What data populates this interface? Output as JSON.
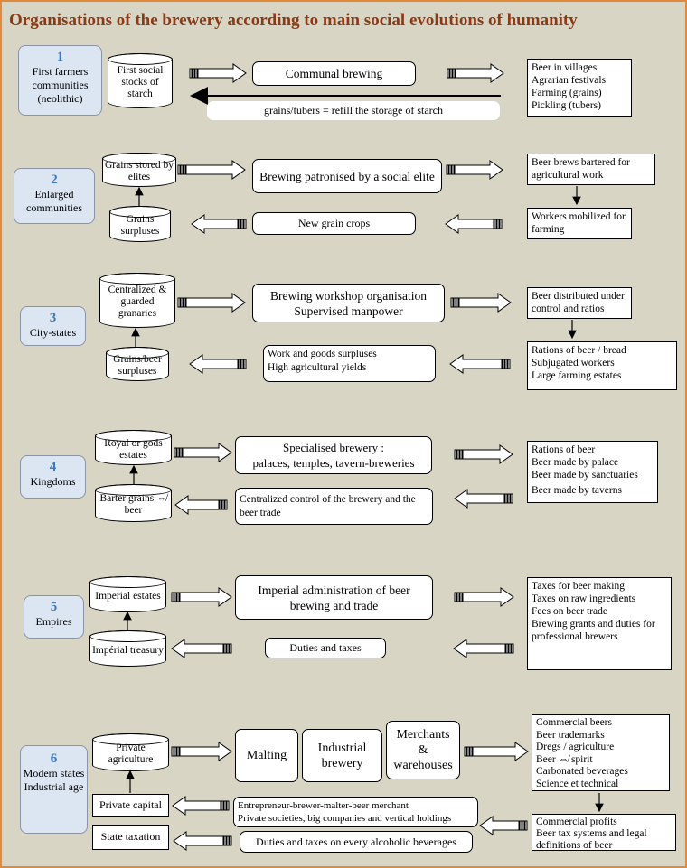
{
  "title": "Organisations of the brewery according to main social evolutions of humanity",
  "stages": [
    {
      "num": "1",
      "text": "First farmers communities (neolithic)"
    },
    {
      "num": "2",
      "text": "Enlarged communities"
    },
    {
      "num": "3",
      "text": "City-states"
    },
    {
      "num": "4",
      "text": "Kingdoms"
    },
    {
      "num": "5",
      "text": "Empires"
    },
    {
      "num": "6",
      "text": "Modern states Industrial age"
    }
  ],
  "row1": {
    "stock": "First social stocks of starch",
    "center": "Communal brewing",
    "feedback": "grains/tubers = refill the storage of starch",
    "right": [
      "Beer in villages",
      "Agrarian festivals",
      "Farming (grains)",
      "Pickling (tubers)"
    ]
  },
  "row2": {
    "top_store": "Grains stored by elites",
    "bottom_store": "Grains surpluses",
    "center": "Brewing patronised by a social elite",
    "back": "New grain crops",
    "right_top": "Beer brews bartered for agricultural work",
    "right_bottom": "Workers mobilized for farming"
  },
  "row3": {
    "top_store": "Centralized & guarded granaries",
    "bottom_store": "Grains/beer surpluses",
    "center_line1": "Brewing workshop organisation",
    "center_line2": "Supervised manpower",
    "back_line1": "Work and goods surpluses",
    "back_line2": "High agricultural yields",
    "right_top": "Beer distributed under control and ratios",
    "right_bottom": [
      "Rations of beer / bread",
      "Subjugated workers",
      "Large farming estates"
    ]
  },
  "row4": {
    "top_store": "Royal or gods estates",
    "bottom_store": "Barter grains ⇎ beer",
    "center_line1": "Specialised brewery :",
    "center_line2": "palaces, temples, tavern-breweries",
    "back": "Centralized control of the brewery and the beer trade",
    "right": [
      "Rations of beer",
      "Beer made by palace",
      "Beer made by sanctuaries",
      "Beer made by taverns"
    ]
  },
  "row5": {
    "top_store": "Imperial estates",
    "bottom_store": "Impérial treasury",
    "center": "Imperial administration of beer brewing and trade",
    "back": "Duties and taxes",
    "right": [
      "Taxes for beer making",
      "Taxes on raw ingredients",
      "Fees on beer trade",
      "Brewing grants and duties for professional brewers"
    ]
  },
  "row6": {
    "store_1": "Private agriculture",
    "store_2": "Private capital",
    "store_3": "State taxation",
    "malting": "Malting",
    "industrial": "Industrial brewery",
    "merchants": "Merchants & warehouses",
    "back_1_line1": "Entrepreneur-brewer-malter-beer merchant",
    "back_1_line2": "Private societies, big companies and vertical holdings",
    "back_2": "Duties and taxes on every alcoholic beverages",
    "right_top": [
      "Commercial beers",
      "Beer trademarks",
      "Dregs / agriculture",
      "Beer ⇎ spirit",
      "Carbonated beverages",
      "Science et technical"
    ],
    "right_bottom": [
      "Commercial profits",
      "Beer tax systems and legal definitions of beer"
    ]
  }
}
